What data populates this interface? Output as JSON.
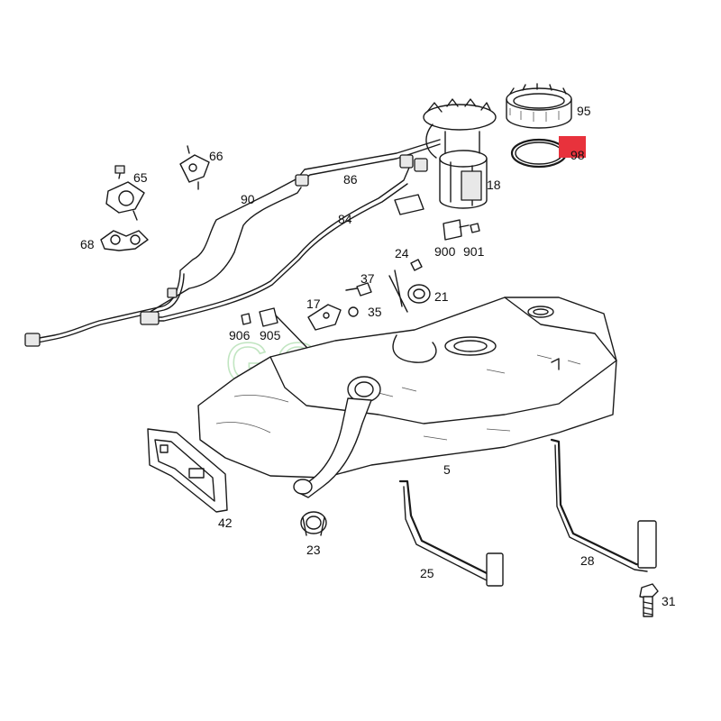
{
  "watermark": "GOMOSOM",
  "highlight_color": "#e8323c",
  "parts": [
    {
      "id": "p95",
      "label": "95"
    },
    {
      "id": "p98",
      "label": "98"
    },
    {
      "id": "p18",
      "label": "18"
    },
    {
      "id": "p65",
      "label": "65"
    },
    {
      "id": "p66",
      "label": "66"
    },
    {
      "id": "p90",
      "label": "90"
    },
    {
      "id": "p86",
      "label": "86"
    },
    {
      "id": "p84",
      "label": "84"
    },
    {
      "id": "p68",
      "label": "68"
    },
    {
      "id": "p900",
      "label": "900"
    },
    {
      "id": "p901",
      "label": "901"
    },
    {
      "id": "p24",
      "label": "24"
    },
    {
      "id": "p37",
      "label": "37"
    },
    {
      "id": "p21",
      "label": "21"
    },
    {
      "id": "p17",
      "label": "17"
    },
    {
      "id": "p35",
      "label": "35"
    },
    {
      "id": "p906",
      "label": "906"
    },
    {
      "id": "p905",
      "label": "905"
    },
    {
      "id": "p5",
      "label": "5"
    },
    {
      "id": "p42",
      "label": "42"
    },
    {
      "id": "p23",
      "label": "23"
    },
    {
      "id": "p25",
      "label": "25"
    },
    {
      "id": "p28",
      "label": "28"
    },
    {
      "id": "p31",
      "label": "31"
    }
  ],
  "highlighted_part": "98"
}
